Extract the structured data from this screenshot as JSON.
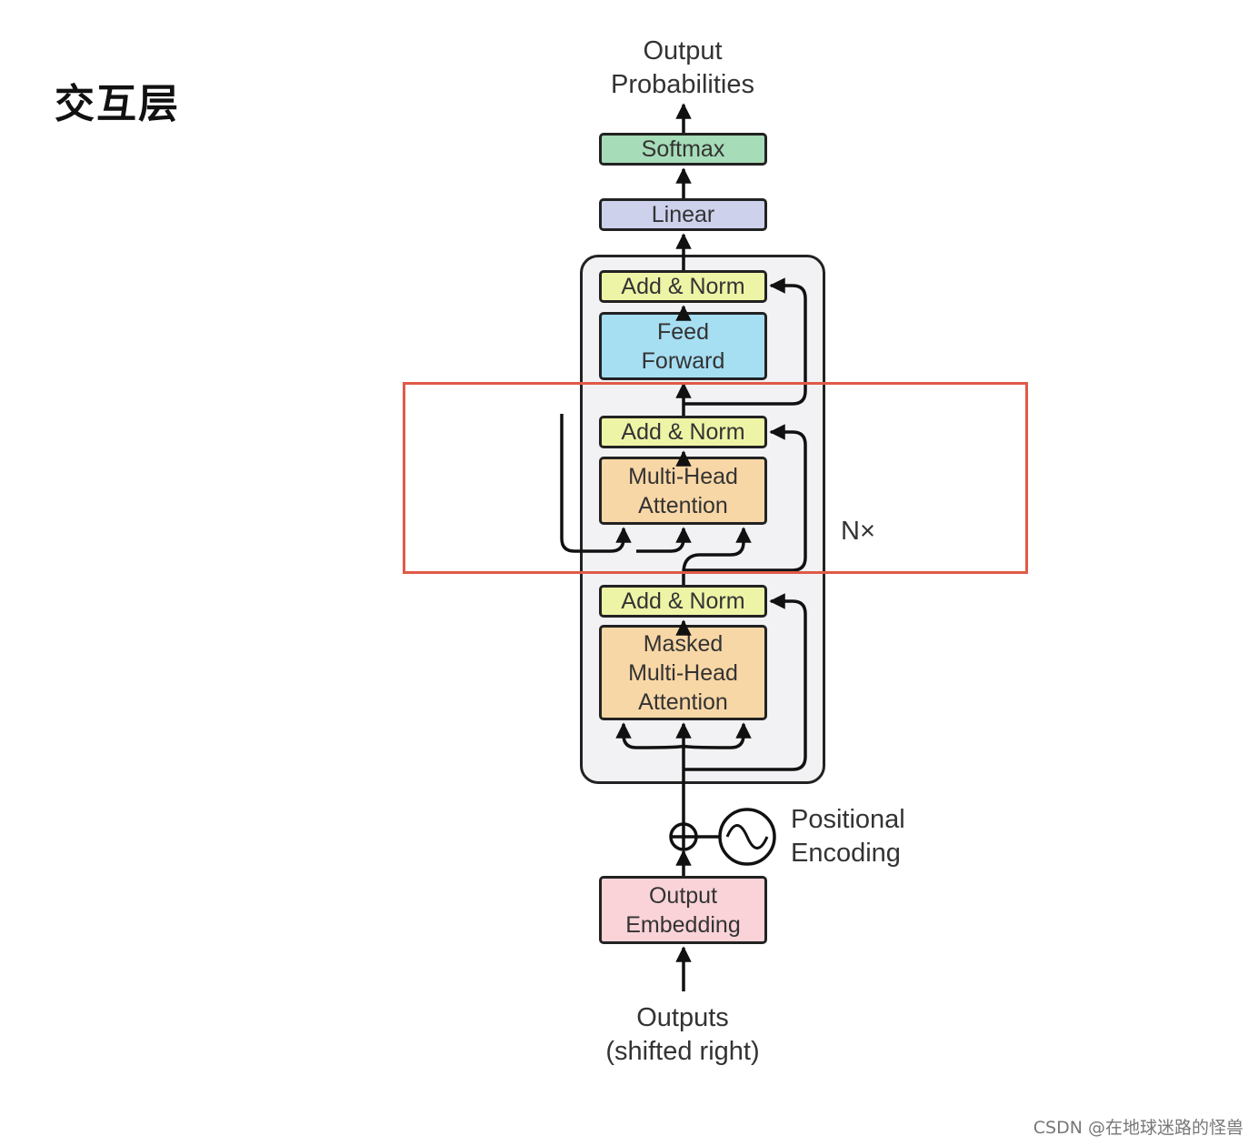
{
  "title": "交互层",
  "output_label": [
    "Output",
    "Probabilities"
  ],
  "blocks": {
    "softmax": {
      "lines": [
        "Softmax"
      ],
      "color": "#a6dcb7"
    },
    "linear": {
      "lines": [
        "Linear"
      ],
      "color": "#cdd1ec"
    },
    "add_norm_top": {
      "lines": [
        "Add & Norm"
      ],
      "color": "#eef4a6"
    },
    "feed_forward": {
      "lines": [
        "Feed",
        "Forward"
      ],
      "color": "#a6def2"
    },
    "add_norm_mid": {
      "lines": [
        "Add & Norm"
      ],
      "color": "#eef4a6"
    },
    "multi_head_attention": {
      "lines": [
        "Multi-Head",
        "Attention"
      ],
      "color": "#f8d7a6"
    },
    "add_norm_low": {
      "lines": [
        "Add & Norm"
      ],
      "color": "#eef4a6"
    },
    "masked_attention": {
      "lines": [
        "Masked",
        "Multi-Head",
        "Attention"
      ],
      "color": "#f8d7a6"
    },
    "output_embedding": {
      "lines": [
        "Output",
        "Embedding"
      ],
      "color": "#f9d3d8"
    }
  },
  "nx_label": "N×",
  "positional_label": [
    "Positional",
    "Encoding"
  ],
  "input_label": [
    "Outputs",
    "(shifted right)"
  ],
  "highlight_color": "#e05a48",
  "watermark": "CSDN @在地球迷路的怪兽"
}
